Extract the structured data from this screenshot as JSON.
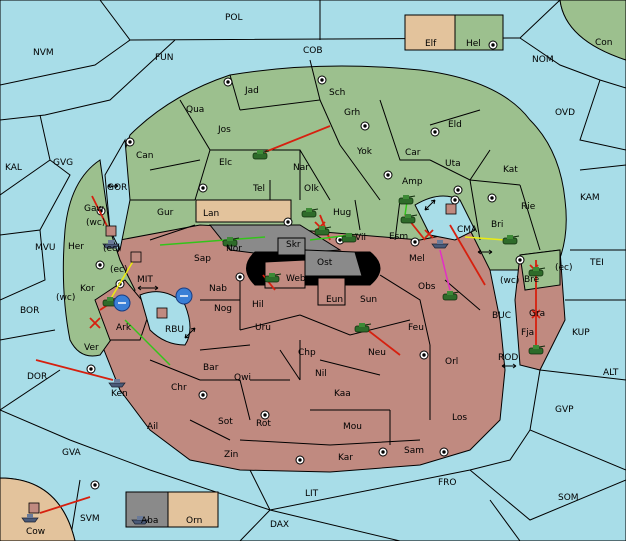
{
  "colors": {
    "sea": "#a8dde8",
    "green": "#9cc08e",
    "brown": "#c08a80",
    "gray": "#8a8a8a",
    "tan": "#e3c39c",
    "move_red": "#d6200f",
    "support_green": "#33c41a",
    "support_yellow": "#ecec10",
    "convoy_magenta": "#e22fc4"
  },
  "legend": {
    "top": [
      {
        "name": "Elf",
        "color": "#e3c39c"
      },
      {
        "name": "Hel",
        "color": "#9cc08e"
      }
    ],
    "bottom": [
      {
        "name": "Aba",
        "color": "#8a8a8a"
      },
      {
        "name": "Orn",
        "color": "#e3c39c"
      }
    ]
  },
  "sea_labels": [
    "POL",
    "COB",
    "FUN",
    "NVM",
    "NOM",
    "Con",
    "OVD",
    "KAL",
    "GVG",
    "GOR",
    "KAM",
    "TEI",
    "MVU",
    "MIT",
    "BOR",
    "RBU",
    "BUC",
    "KUP",
    "DOR",
    "ROD",
    "ALT",
    "GVP",
    "GVA",
    "FRO",
    "SOM",
    "LIT",
    "SVM",
    "DAX",
    "Cow"
  ],
  "coast_labels": [
    "(wc)",
    "(ec)",
    "(ec)",
    "(wc)",
    "(wc)",
    "(ec)"
  ],
  "land_labels": [
    "Jad",
    "Sch",
    "Qua",
    "Grh",
    "Jos",
    "Can",
    "Eld",
    "Elc",
    "Nar",
    "Yok",
    "Car",
    "Uta",
    "Kat",
    "Tel",
    "Olk",
    "Amp",
    "Gaw",
    "Gur",
    "Lan",
    "Hug",
    "Rie",
    "Bri",
    "Esm",
    "Her",
    "Sap",
    "Nor",
    "Skr",
    "Vil",
    "Mel",
    "Ost",
    "Kor",
    "Web",
    "Nab",
    "Obs",
    "Ark",
    "Hil",
    "Eun",
    "Sun",
    "Nog",
    "Uru",
    "Feu",
    "Ver",
    "Chp",
    "Neu",
    "Bar",
    "Qwi",
    "Nil",
    "Orl",
    "Ken",
    "Chr",
    "Kaa",
    "Ail",
    "Sot",
    "Rot",
    "Mou",
    "Los",
    "Zin",
    "Kar",
    "Sam",
    "Bre",
    "Gra",
    "Fja",
    "CMA"
  ]
}
